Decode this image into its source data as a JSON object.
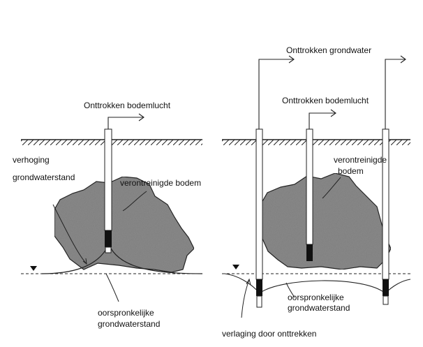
{
  "labels": {
    "left_extracted_air": "Onttrokken bodemlucht",
    "left_raise_line1": "verhoging",
    "left_raise_line2": "grondwaterstand",
    "left_contaminated": "verontreinigde bodem",
    "left_original_line1": "oorspronkelijke",
    "left_original_line2": "grondwaterstand",
    "right_extracted_groundwater": "Onttrokken grondwater",
    "right_extracted_air": "Onttrokken bodemlucht",
    "right_contaminated_line1": "verontreinigde",
    "right_contaminated_line2": "bodem",
    "right_original_line1": "oorspronkelijke",
    "right_original_line2": "grondwaterstand",
    "right_lowering": "verlaging door onttrekken"
  },
  "colors": {
    "soil_fill": "#8a8a8a",
    "ink": "#222222",
    "filter": "#111111"
  },
  "icons": [
    "water-table-triangle-icon",
    "flow-arrow-icon"
  ]
}
